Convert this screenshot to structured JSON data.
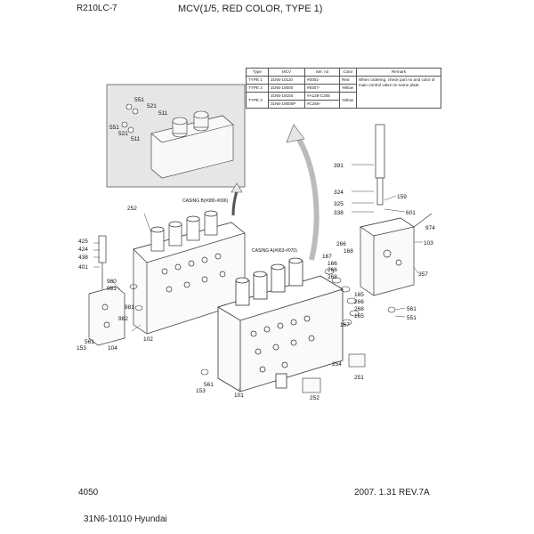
{
  "header": {
    "model": "R210LC-7",
    "title": "MCV(1/5, RED COLOR, TYPE 1)"
  },
  "table": {
    "headers": [
      "Type",
      "MCV",
      "Ser. no",
      "Color",
      "Remark"
    ],
    "rows": [
      {
        "type": "TYPE 1",
        "mcv": "31N6-10110",
        "serial": "#0001-",
        "color": "Red"
      },
      {
        "type": "TYPE 2",
        "mcv": "31N6-18000",
        "serial": "#9307-"
      },
      {
        "type": "TYPE 3",
        "mcv": "31N6-18150",
        "serial": "#A128-C255"
      },
      {
        "mcv": "31N6-18000P",
        "serial": "#C256-"
      }
    ],
    "yellow": "Yellow",
    "yellow2": "Yellow",
    "remark": "When ordering, check part no and color of main control valve on name plate."
  },
  "callouts": {
    "c551a": "551",
    "c521a": "521",
    "c511a": "511",
    "c551b": "551",
    "c521b": "521",
    "c511b": "511",
    "c252a": "252",
    "casing_b": "CASING B(#080-#096)",
    "c425": "425",
    "c424": "424",
    "c438": "438",
    "c401": "401",
    "c980": "980",
    "c981a": "981",
    "c981b": "981",
    "c982": "982",
    "c561a": "561",
    "c153a": "153",
    "c104": "104",
    "c102": "102",
    "casing_a": "CASING A(#063-#070)",
    "c167a": "167",
    "c166": "166",
    "c266a": "266",
    "c268a": "268",
    "c266b": "266",
    "c168": "168",
    "c165a": "165",
    "c165b": "165",
    "c266c": "266",
    "c268b": "268",
    "c167b": "167",
    "c391": "391",
    "c324": "324",
    "c159": "159",
    "c325": "325",
    "c338": "338",
    "c601": "601",
    "c974": "974",
    "c103": "103",
    "c357": "357",
    "c561b": "561",
    "c551c": "551",
    "c254": "254",
    "c251": "251",
    "c252b": "252",
    "c561c": "561",
    "c153b": "153",
    "c101": "101"
  },
  "footer": {
    "page": "4050",
    "date": "2007. 1.31  REV.7A",
    "part_name": "31N6-10110 Hyundai"
  }
}
